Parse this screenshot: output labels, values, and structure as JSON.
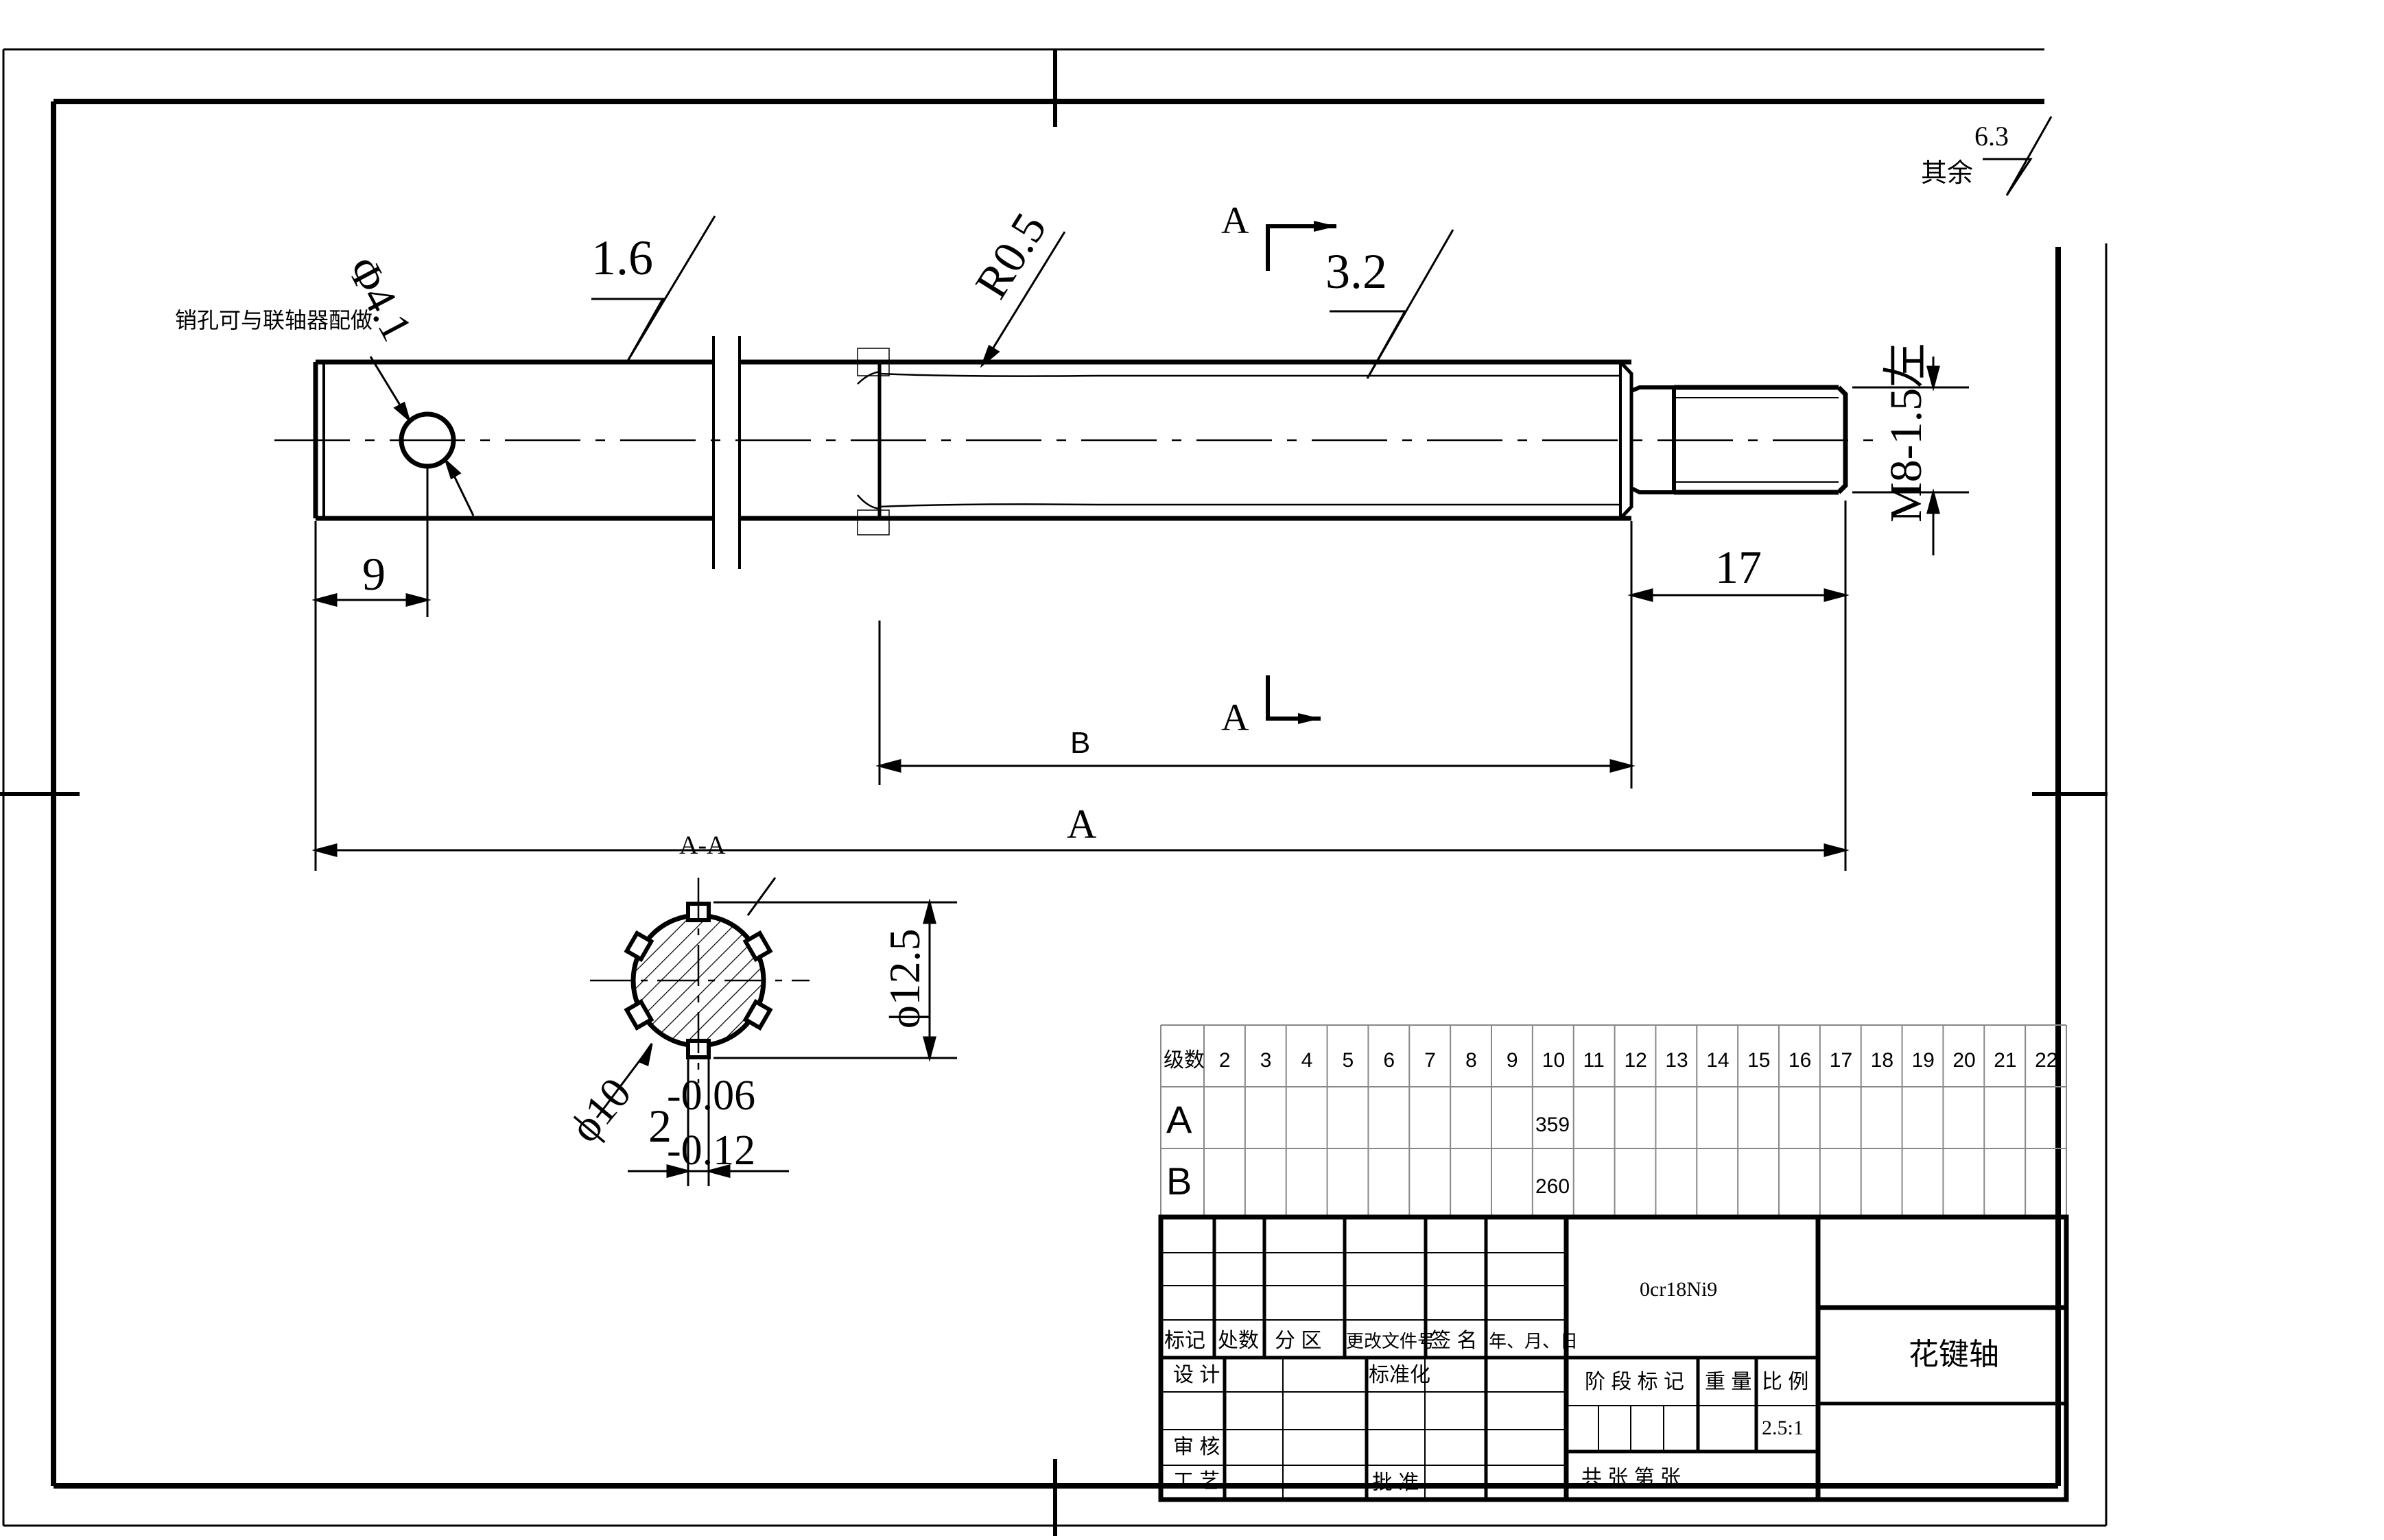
{
  "drawing": {
    "pin_hole_note": "销孔可与联轴器配做",
    "hole_dia": "Φ4.1",
    "rough_left": "1.6",
    "rough_mid": "3.2",
    "fillet": "R0.5",
    "section_mark": "A",
    "thread": "M8-1.5左",
    "dim_9": "9",
    "dim_17": "17",
    "dim_B": "B",
    "dim_A": "A",
    "general_rough_label": "其余",
    "general_rough_value": "6.3"
  },
  "section": {
    "title": "A-A",
    "outer_dia": "ϕ12.5",
    "inner_dia": "ϕ10",
    "key_width": "2",
    "tol_upper": "-0.06",
    "tol_lower": "-0.12"
  },
  "size_table": {
    "header_label": "级数",
    "header_cols": [
      "2",
      "3",
      "4",
      "5",
      "6",
      "7",
      "8",
      "9",
      "10",
      "11",
      "12",
      "13",
      "14",
      "15",
      "16",
      "17",
      "18",
      "19",
      "20",
      "21",
      "22"
    ],
    "rows": [
      {
        "label": "A",
        "value_col10": "359"
      },
      {
        "label": "B",
        "value_col10": "260"
      }
    ]
  },
  "title_block": {
    "material": "0cr18Ni9",
    "part_name": "花键轴",
    "rev_headers": [
      "标记",
      "处数",
      "分 区",
      "更改文件号",
      "签 名",
      "年、月、日"
    ],
    "design": "设 计",
    "standardize": "标准化",
    "review": "审 核",
    "process": "工 艺",
    "approve": "批 准",
    "stage_mark": "阶 段 标 记",
    "weight": "重 量",
    "scale_label": "比 例",
    "scale": "2.5:1",
    "sheets": "共    张    第    张"
  }
}
